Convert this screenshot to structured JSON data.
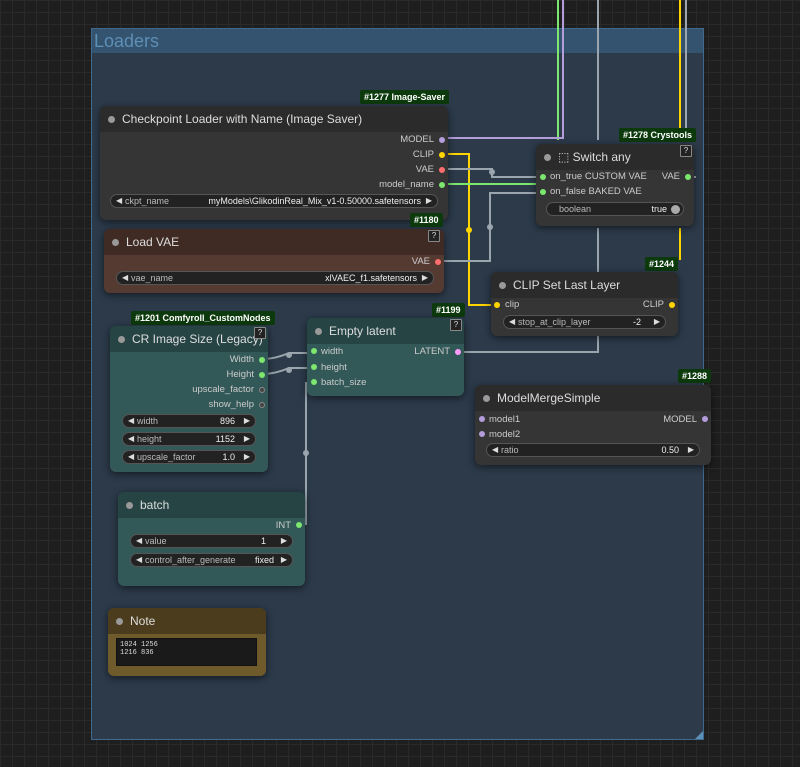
{
  "group": {
    "title": "Loaders"
  },
  "nodes": {
    "checkpoint": {
      "badge": "#1277 Image-Saver",
      "title": "Checkpoint Loader with Name (Image Saver)",
      "outputs": [
        "MODEL",
        "CLIP",
        "VAE",
        "model_name"
      ],
      "widgets": [
        {
          "name": "ckpt_name",
          "value": "myModels\\GlikodinReal_Mix_v1-0.50000.safetensors"
        }
      ]
    },
    "load_vae": {
      "badge": "#1180",
      "title": "Load VAE",
      "outputs": [
        "VAE"
      ],
      "widgets": [
        {
          "name": "vae_name",
          "value": "xlVAEC_f1.safetensors"
        }
      ]
    },
    "switch_any": {
      "badge": "#1278 Crystools",
      "title": "⬚ Switch any",
      "inputs": [
        "on_true CUSTOM VAE",
        "on_false BAKED VAE"
      ],
      "outputs": [
        "VAE"
      ],
      "toggle": {
        "name": "boolean",
        "value": "true"
      }
    },
    "clip_last": {
      "badge": "#1244",
      "title": "CLIP Set Last Layer",
      "inputs": [
        "clip"
      ],
      "outputs": [
        "CLIP"
      ],
      "widgets": [
        {
          "name": "stop_at_clip_layer",
          "value": "-2"
        }
      ]
    },
    "cr_image_size": {
      "badge": "#1201 Comfyroll_CustomNodes",
      "title": "CR Image Size (Legacy)",
      "outputs": [
        "Width",
        "Height",
        "upscale_factor",
        "show_help"
      ],
      "widgets": [
        {
          "name": "width",
          "value": "896"
        },
        {
          "name": "height",
          "value": "1152"
        },
        {
          "name": "upscale_factor",
          "value": "1.0"
        }
      ]
    },
    "empty_latent": {
      "badge": "#1199",
      "title": "Empty latent",
      "inputs": [
        "width",
        "height",
        "batch_size"
      ],
      "outputs": [
        "LATENT"
      ]
    },
    "model_merge": {
      "badge": "#1288",
      "title": "ModelMergeSimple",
      "inputs": [
        "model1",
        "model2"
      ],
      "outputs": [
        "MODEL"
      ],
      "widgets": [
        {
          "name": "ratio",
          "value": "0.50"
        }
      ]
    },
    "batch": {
      "title": "batch",
      "outputs": [
        "INT"
      ],
      "widgets": [
        {
          "name": "value",
          "value": "1"
        },
        {
          "name": "control_after_generate",
          "value": "fixed"
        }
      ]
    },
    "note": {
      "title": "Note",
      "text": "1024 1256\n1216 836"
    }
  },
  "help_glyph": "?",
  "arrows": {
    "left": "◀",
    "right": "▶"
  },
  "colors": {
    "model": "#b39ddb",
    "clip": "#ffd500",
    "vae": "#ff6e6e",
    "string": "#7ce66f",
    "int": "#7ce66f",
    "latent": "#ff9cf9",
    "group_title": "#5e8fb6"
  }
}
